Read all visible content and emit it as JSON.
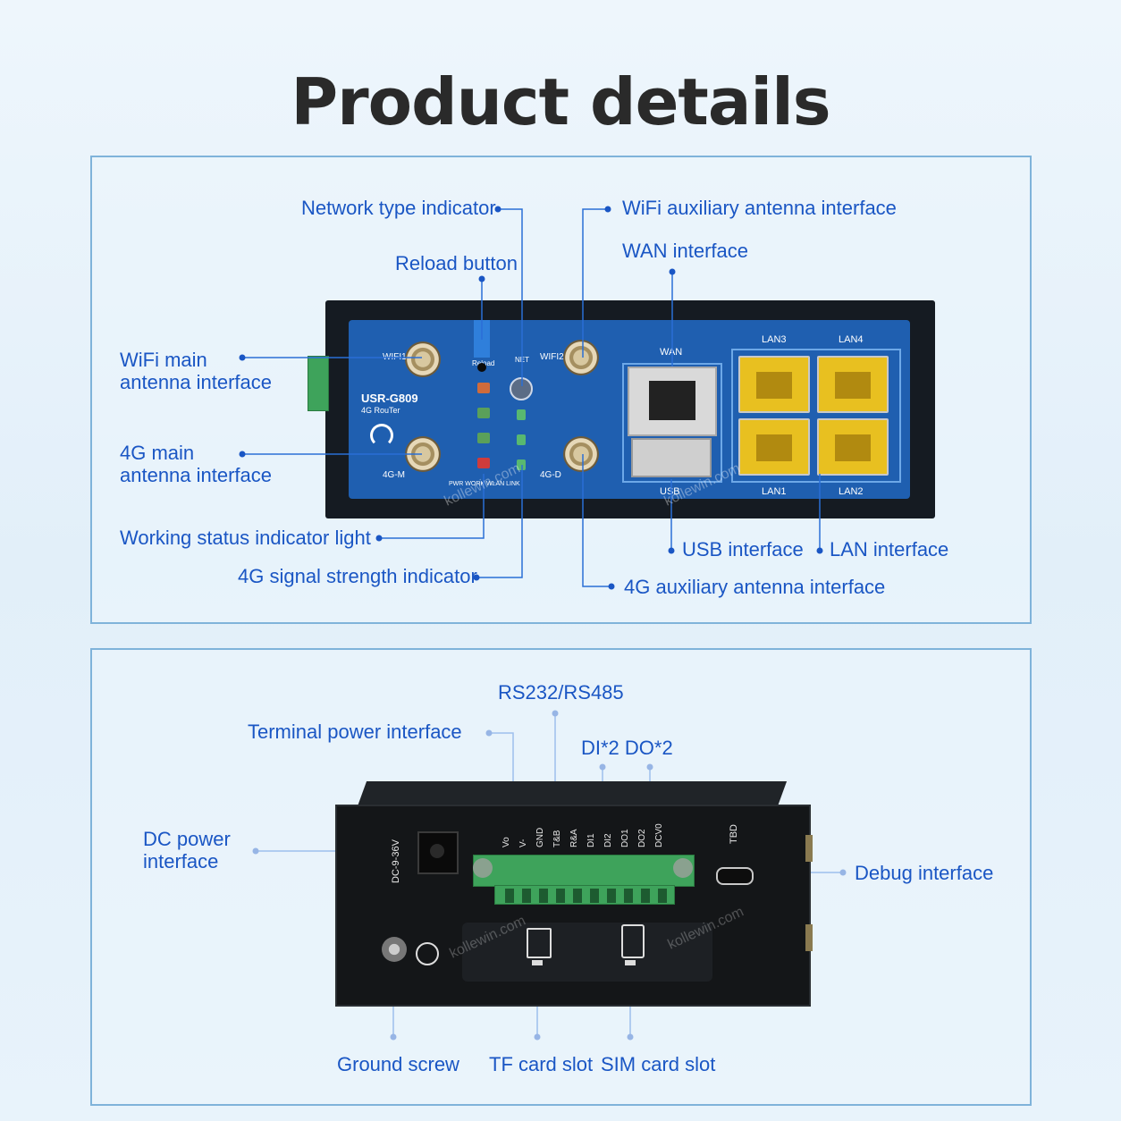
{
  "title": "Product details",
  "top_panel": {
    "callouts": {
      "network_type_indicator": "Network type indicator",
      "reload_button": "Reload button",
      "wifi_aux_antenna": "WiFi auxiliary antenna interface",
      "wan_interface": "WAN interface",
      "wifi_main_antenna_l1": "WiFi main",
      "wifi_main_antenna_l2": "antenna interface",
      "g4_main_antenna_l1": "4G main",
      "g4_main_antenna_l2": "antenna interface",
      "working_status": "Working status indicator light",
      "signal_strength": "4G signal strength indicator",
      "usb_interface": "USB interface",
      "lan_interface": "LAN interface",
      "g4_aux_antenna": "4G auxiliary antenna interface"
    },
    "device_labels": {
      "wifi1": "WIFI1",
      "wifi2": "WIFI2",
      "g4m": "4G-M",
      "g4d": "4G-D",
      "wan": "WAN",
      "usb": "USB",
      "lan1": "LAN1",
      "lan2": "LAN2",
      "lan3": "LAN3",
      "lan4": "LAN4",
      "model": "USR-G809",
      "model_sub": "4G RouTer",
      "reload": "Reload",
      "net": "NET",
      "leds": "PWR WORK WLAN LINK"
    }
  },
  "bottom_panel": {
    "callouts": {
      "rs232_rs485": "RS232/RS485",
      "terminal_power": "Terminal power interface",
      "di_do": "DI*2  DO*2",
      "dc_power_l1": "DC power",
      "dc_power_l2": "interface",
      "debug_interface": "Debug interface",
      "ground_screw": "Ground screw",
      "tf_card": "TF card slot",
      "sim_card": "SIM card slot"
    },
    "device_labels": {
      "dc_range": "DC-9-36V",
      "tbd": "TBD",
      "terminal_pins": [
        "Vo",
        "V-",
        "GND",
        "T&B",
        "R&A",
        "DI1",
        "DI2",
        "DO1",
        "DO2",
        "DCV0"
      ]
    }
  },
  "watermark": "kollewin.com",
  "colors": {
    "accent": "#1a56c4",
    "panel_border": "#7fb3da",
    "device_face": "#1f5fb0",
    "terminal_green": "#3ea35b"
  }
}
